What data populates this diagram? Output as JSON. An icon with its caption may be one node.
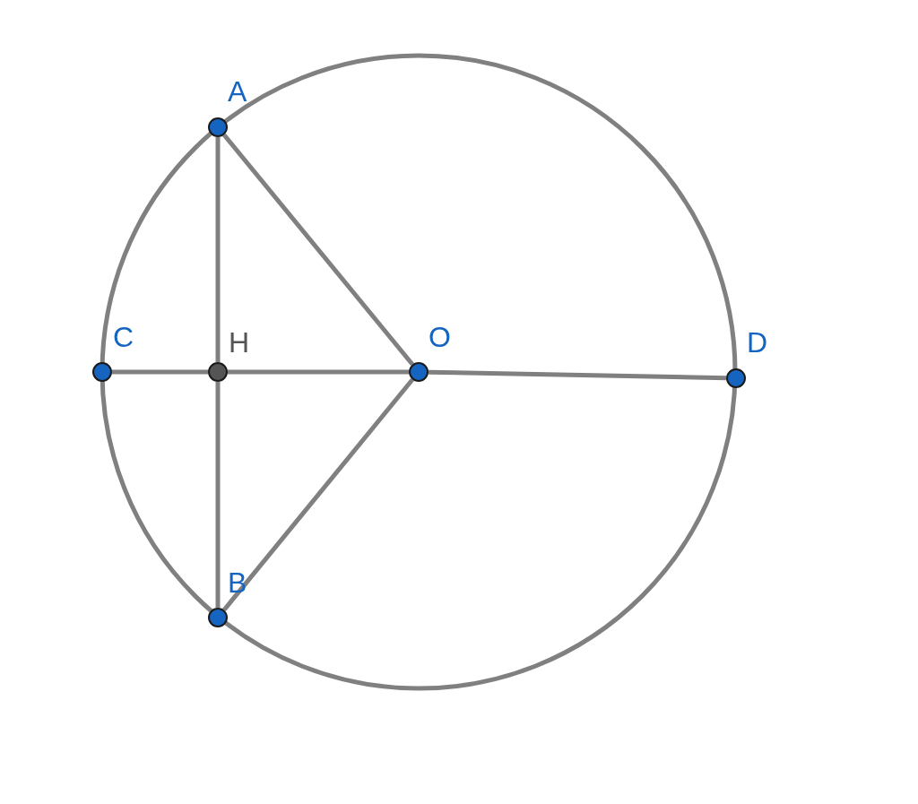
{
  "diagram": {
    "nodes": [
      {
        "text": [
          "A"
        ]
      },
      {
        "text": [
          "C"
        ]
      },
      {
        "text": [
          "H"
        ]
      },
      {
        "text": [
          "O"
        ]
      },
      {
        "text": [
          "D"
        ]
      },
      {
        "text": [
          "B"
        ]
      }
    ],
    "edges": [
      {
        "from": 0,
        "to": 2,
        "arrow": "none"
      },
      {
        "from": 2,
        "to": 5,
        "arrow": "none"
      },
      {
        "from": 1,
        "to": 2,
        "arrow": "none"
      },
      {
        "from": 2,
        "to": 3,
        "arrow": "none"
      },
      {
        "from": 3,
        "to": 4,
        "arrow": "none"
      },
      {
        "from": 0,
        "to": 3,
        "arrow": "none"
      },
      {
        "from": 3,
        "to": 5,
        "arrow": "none"
      }
    ]
  }
}
